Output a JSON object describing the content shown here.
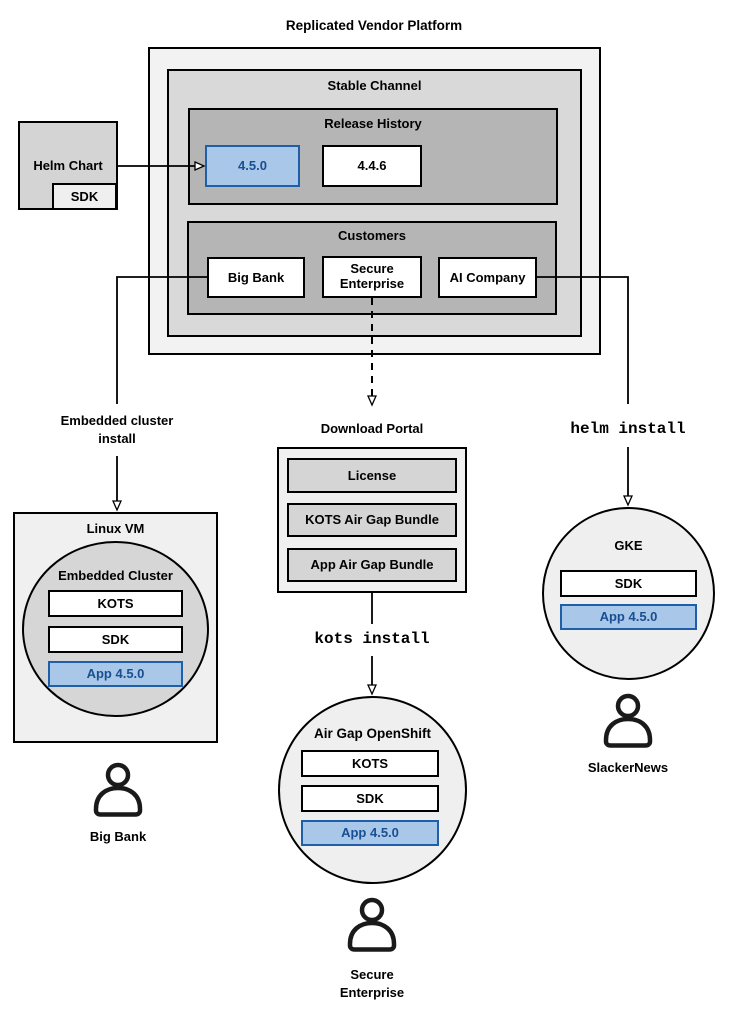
{
  "title": "Replicated Vendor Platform",
  "colors": {
    "highlight_fill": "#a9c7e9",
    "highlight_border": "#1f5fa8",
    "highlight_text": "#194f91",
    "box_border": "#000000",
    "gray_dark": "#b5b5b5",
    "gray_mid": "#d9d9d9",
    "gray_light": "#f2f2f2"
  },
  "stable_channel": {
    "title": "Stable Channel",
    "release_history": {
      "title": "Release History",
      "releases": [
        {
          "label": "4.5.0",
          "highlighted": true
        },
        {
          "label": "4.4.6",
          "highlighted": false
        }
      ]
    },
    "customers": {
      "title": "Customers",
      "items": [
        {
          "label": "Big Bank"
        },
        {
          "label": "Secure Enterprise"
        },
        {
          "label": "AI Company"
        }
      ]
    }
  },
  "helm_chart": {
    "label": "Helm Chart",
    "sdk_label": "SDK"
  },
  "connectors": {
    "embedded_cluster_install": "Embedded cluster\ninstall",
    "helm_install": "helm install",
    "kots_install": "kots install"
  },
  "download_portal": {
    "title": "Download Portal",
    "items": [
      {
        "label": "License"
      },
      {
        "label": "KOTS Air Gap Bundle"
      },
      {
        "label": "App Air Gap Bundle"
      }
    ]
  },
  "linux_vm": {
    "title": "Linux VM",
    "embedded_cluster": {
      "title": "Embedded Cluster",
      "components": [
        {
          "label": "KOTS",
          "highlighted": false
        },
        {
          "label": "SDK",
          "highlighted": false
        },
        {
          "label": "App 4.5.0",
          "highlighted": true
        }
      ]
    },
    "user": "Big Bank"
  },
  "air_gap_openshift": {
    "title": "Air Gap OpenShift",
    "components": [
      {
        "label": "KOTS",
        "highlighted": false
      },
      {
        "label": "SDK",
        "highlighted": false
      },
      {
        "label": "App 4.5.0",
        "highlighted": true
      }
    ],
    "user": "Secure\nEnterprise"
  },
  "gke": {
    "title": "GKE",
    "components": [
      {
        "label": "SDK",
        "highlighted": false
      },
      {
        "label": "App 4.5.0",
        "highlighted": true
      }
    ],
    "user": "SlackerNews"
  }
}
